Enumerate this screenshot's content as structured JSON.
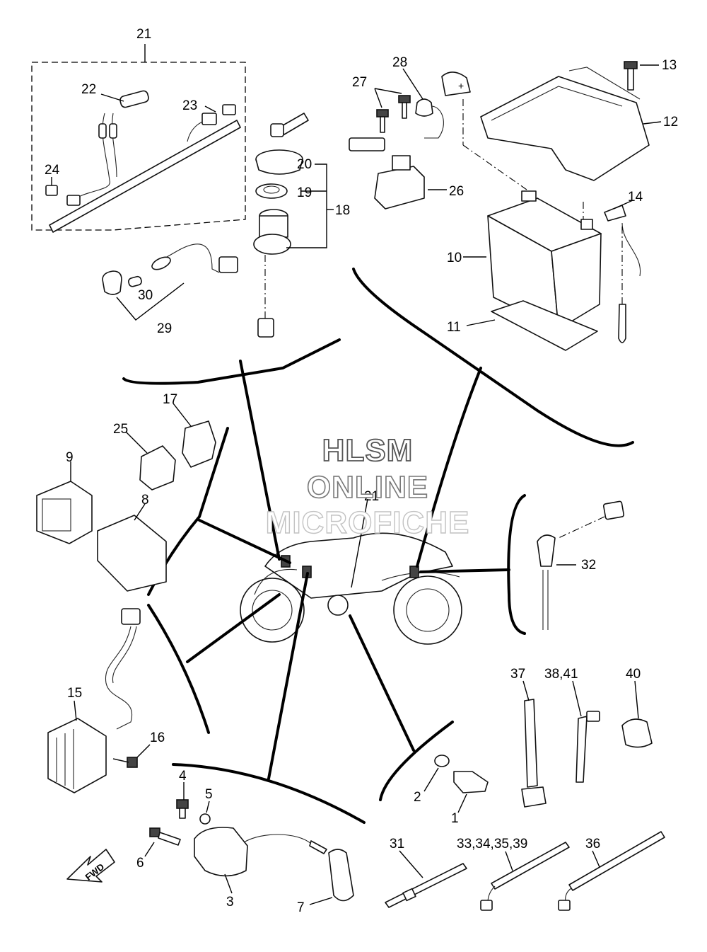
{
  "watermark": {
    "line1": "HLSM",
    "line2": "ONLINE",
    "line3": "MICROFICHE"
  },
  "direction_arrow": {
    "label": "FWD"
  },
  "callouts": {
    "c1": "1",
    "c2": "2",
    "c3": "3",
    "c4": "4",
    "c5": "5",
    "c6": "6",
    "c7": "7",
    "c8": "8",
    "c9": "9",
    "c10": "10",
    "c11": "11",
    "c12": "12",
    "c13": "13",
    "c14": "14",
    "c15": "15",
    "c16": "16",
    "c17": "17",
    "c18": "18",
    "c19": "19",
    "c20": "20",
    "c21": "21",
    "c21b": "21",
    "c22": "22",
    "c23": "23",
    "c24": "24",
    "c25": "25",
    "c26": "26",
    "c27": "27",
    "c28": "28",
    "c29": "29",
    "c30": "30",
    "c31": "31",
    "c32": "32",
    "c33": "33,34,35,39",
    "c36": "36",
    "c37": "37",
    "c38": "38,41",
    "c40": "40"
  },
  "battery_terminal_mark": "+"
}
